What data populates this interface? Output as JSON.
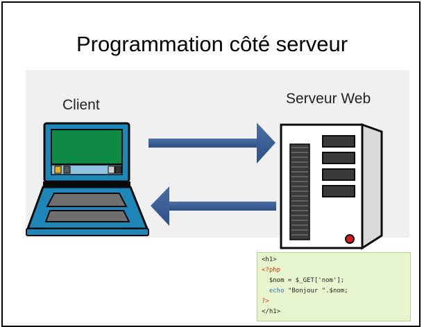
{
  "slide": {
    "title": "Programmation côté serveur"
  },
  "diagram": {
    "client_label": "Client",
    "server_label": "Serveur Web"
  },
  "code": {
    "line1": "<h1>",
    "line2": "<?php",
    "line3_indent": "  ",
    "line3": "$nom = $_GET['nom'];",
    "line4_indent": "  ",
    "line4_kw": "echo",
    "line4_rest": " \"Bonjour \".$nom;",
    "line5": "?>",
    "line6": "</h1>"
  }
}
